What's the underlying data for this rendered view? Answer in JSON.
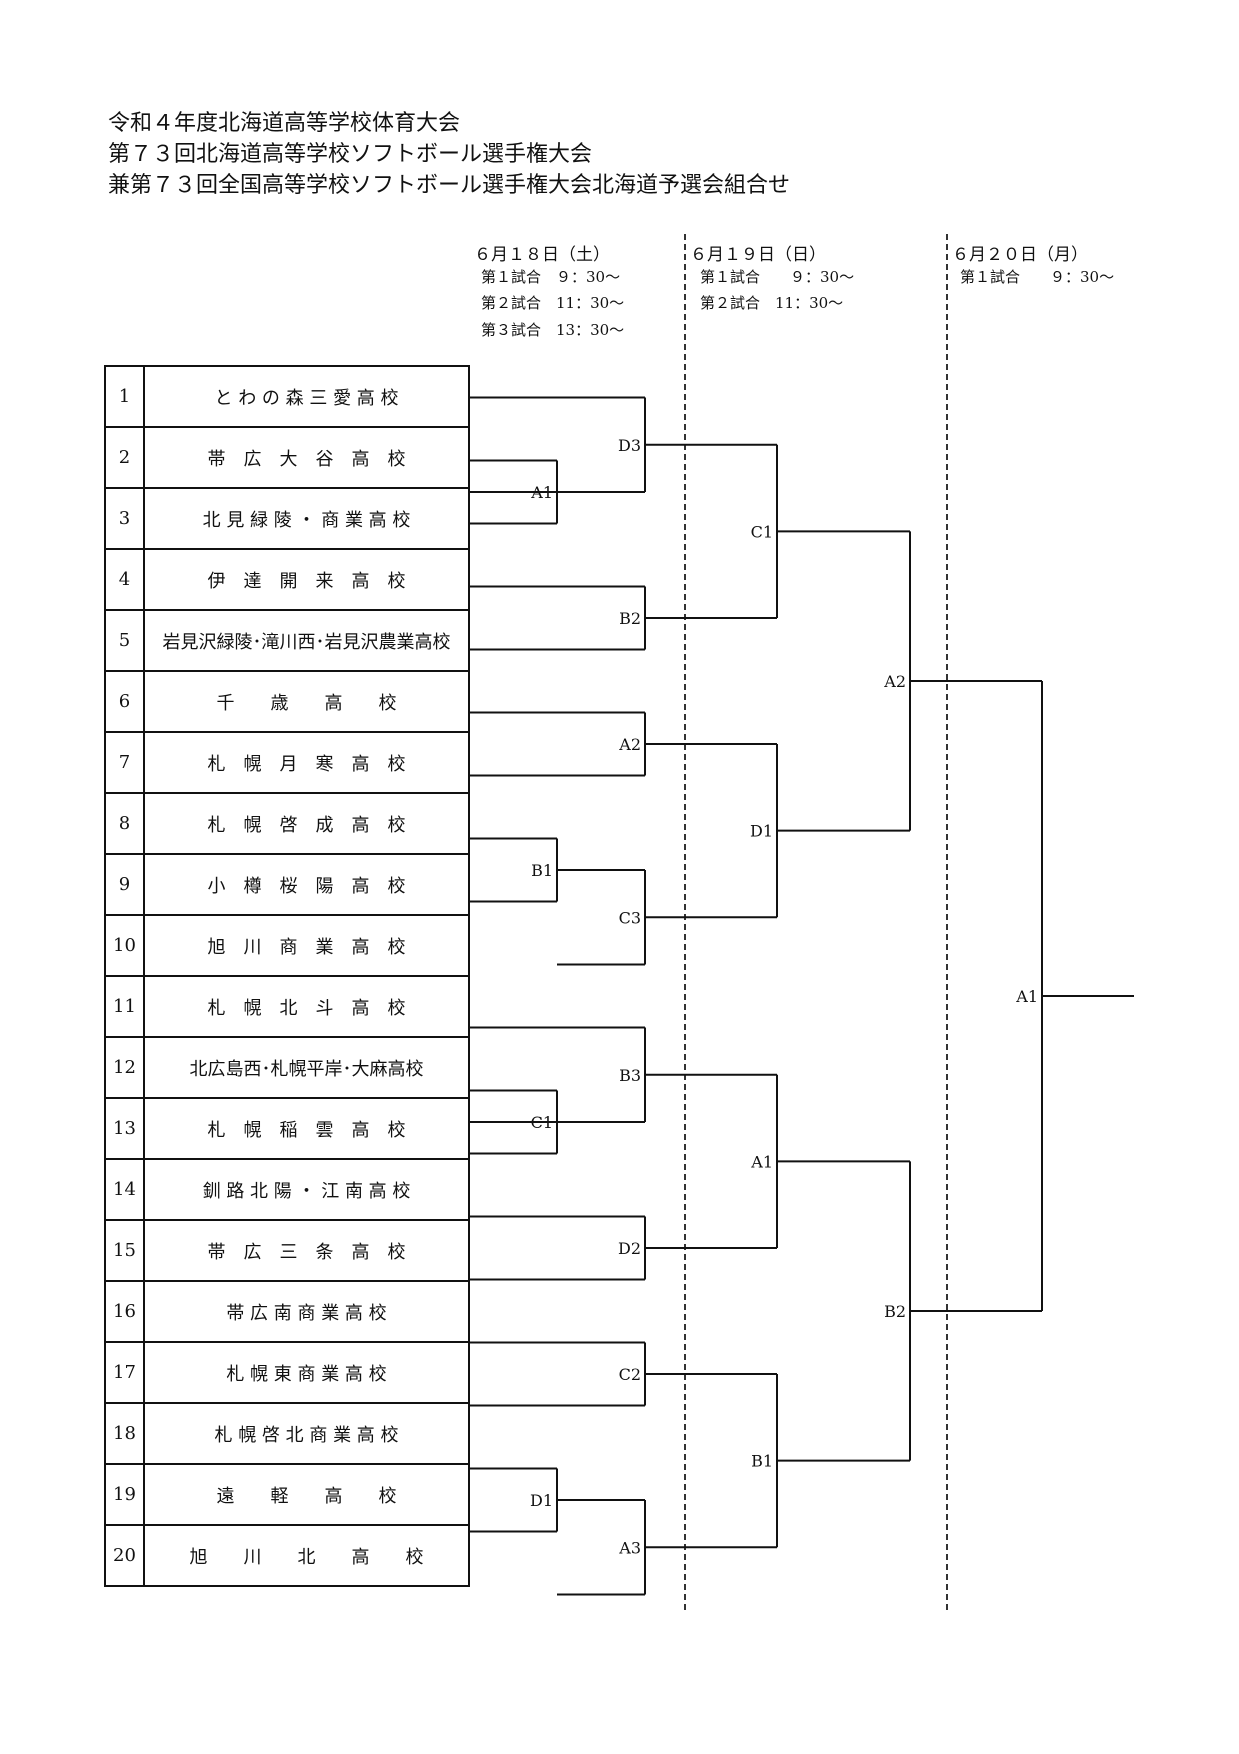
{
  "title": {
    "line1": "令和４年度北海道高等学校体育大会",
    "line2": "第７３回北海道高等学校ソフトボール選手権大会",
    "line3": "兼第７３回全国高等学校ソフトボール選手権大会北海道予選会組合せ"
  },
  "days": [
    {
      "date": "６月１８日（土）",
      "games": [
        "第１試合　９：30～",
        "第２試合　11：30～",
        "第３試合　13：30～"
      ]
    },
    {
      "date": "６月１９日（日）",
      "games": [
        "第１試合　　９：30～",
        "第２試合　11：30～"
      ]
    },
    {
      "date": "６月２０日（月）",
      "games": [
        "第１試合　　９：30～"
      ]
    }
  ],
  "teams": [
    {
      "no": "1",
      "name": "と わ の 森 三 愛 高 校"
    },
    {
      "no": "2",
      "name": "帯　広　大　谷　高　校"
    },
    {
      "no": "3",
      "name": "北 見 緑 陵 ・ 商 業 高 校"
    },
    {
      "no": "4",
      "name": "伊　達　開　来　高　校"
    },
    {
      "no": "5",
      "name": "岩見沢緑陵･滝川西･岩見沢農業高校"
    },
    {
      "no": "6",
      "name": "千　　歳　　高　　校"
    },
    {
      "no": "7",
      "name": "札　幌　月　寒　高　校"
    },
    {
      "no": "8",
      "name": "札　幌　啓　成　高　校"
    },
    {
      "no": "9",
      "name": "小　樽　桜　陽　高　校"
    },
    {
      "no": "10",
      "name": "旭　川　商　業　高　校"
    },
    {
      "no": "11",
      "name": "札　幌　北　斗　高　校"
    },
    {
      "no": "12",
      "name": "北広島西･札幌平岸･大麻高校"
    },
    {
      "no": "13",
      "name": "札　幌　稲　雲　高　校"
    },
    {
      "no": "14",
      "name": "釧 路 北 陽 ・ 江 南 高 校"
    },
    {
      "no": "15",
      "name": "帯　広　三　条　高　校"
    },
    {
      "no": "16",
      "name": "帯 広 南 商 業 高 校"
    },
    {
      "no": "17",
      "name": "札 幌 東 商 業 高 校"
    },
    {
      "no": "18",
      "name": "札 幌 啓 北 商 業 高 校"
    },
    {
      "no": "19",
      "name": "遠　　軽　　高　　校"
    },
    {
      "no": "20",
      "name": "旭　　川　　北　　高　　校"
    }
  ],
  "matches": {
    "r1": [
      "A1",
      "B1",
      "C1",
      "D1"
    ],
    "r2": [
      "D3",
      "B2",
      "A2",
      "C3",
      "B3",
      "D2",
      "C2",
      "A3"
    ],
    "r3": [
      "C1",
      "D1",
      "A1",
      "B1"
    ],
    "r4": [
      "A2",
      "B2"
    ],
    "final": "A1"
  }
}
